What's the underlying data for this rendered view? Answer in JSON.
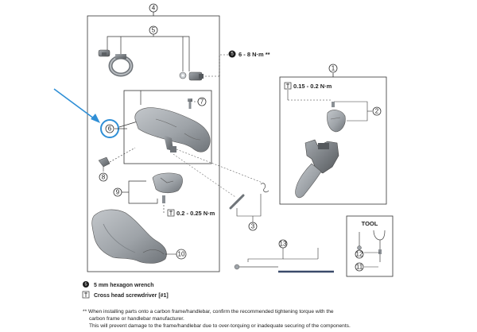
{
  "callouts": {
    "c1": "1",
    "c2": "2",
    "c3": "3",
    "c4": "4",
    "c5": "5",
    "c6": "6",
    "c7": "7",
    "c8": "8",
    "c9": "9",
    "c10": "10",
    "c11": "11",
    "c12": "12",
    "c13": "13"
  },
  "torques": {
    "top": "6 - 8 N·m **",
    "top_tool": "5",
    "right": "0.15 - 0.2 N·m",
    "middle": "0.2 - 0.25 N·m"
  },
  "tool_box": {
    "title": "TOOL"
  },
  "legend": {
    "hex_key_number": "5",
    "hex_wrench": "5 mm hexagon wrench",
    "screwdriver": "Cross head screwdriver [#1]"
  },
  "notes": {
    "line1": "** When installing parts onto a carbon frame/handlebar, confirm the recommended tightening torque with the",
    "line2": "carbon frame or handlebar manufacturer.",
    "line3": "This will prevent damage to the frame/handlebar due to over-torquing or inadequate securing of the components."
  },
  "colors": {
    "highlight": "#2f8fd6",
    "part_fill": "#9ea3a8",
    "part_dark": "#6f7479",
    "line": "#333333"
  }
}
